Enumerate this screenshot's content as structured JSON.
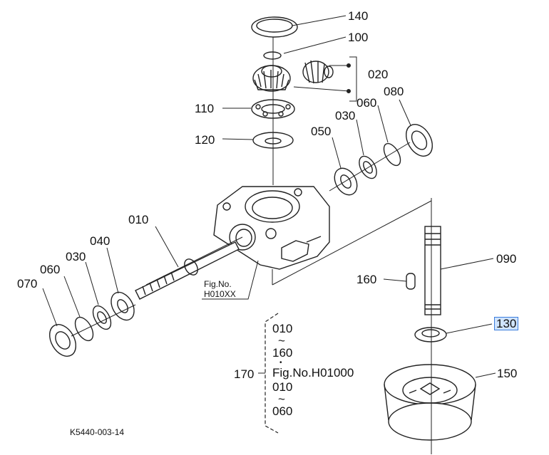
{
  "labels": {
    "p140": "140",
    "p100": "100",
    "p020": "020",
    "p110": "110",
    "p120": "120",
    "p080": "080",
    "p060_top": "060",
    "p030_top": "030",
    "p050": "050",
    "p010": "010",
    "p040": "040",
    "p030_left": "030",
    "p060_left": "060",
    "p070": "070",
    "p090": "090",
    "p160": "160",
    "p130": "130",
    "p150": "150",
    "p170": "170"
  },
  "fig_caption": {
    "line1": "Fig.No.",
    "line2": "H010XX"
  },
  "bracket_group": {
    "l1": "010",
    "t1": "~",
    "l2": "160",
    "dot": "•",
    "l3": "Fig.No.H01000",
    "l4": "010",
    "t2": "~",
    "l5": "060"
  },
  "drawing_code": "K5440-003-14",
  "colors": {
    "line": "#222222",
    "highlight_bg": "#cfe4ff",
    "highlight_border": "#3b7ddd"
  }
}
